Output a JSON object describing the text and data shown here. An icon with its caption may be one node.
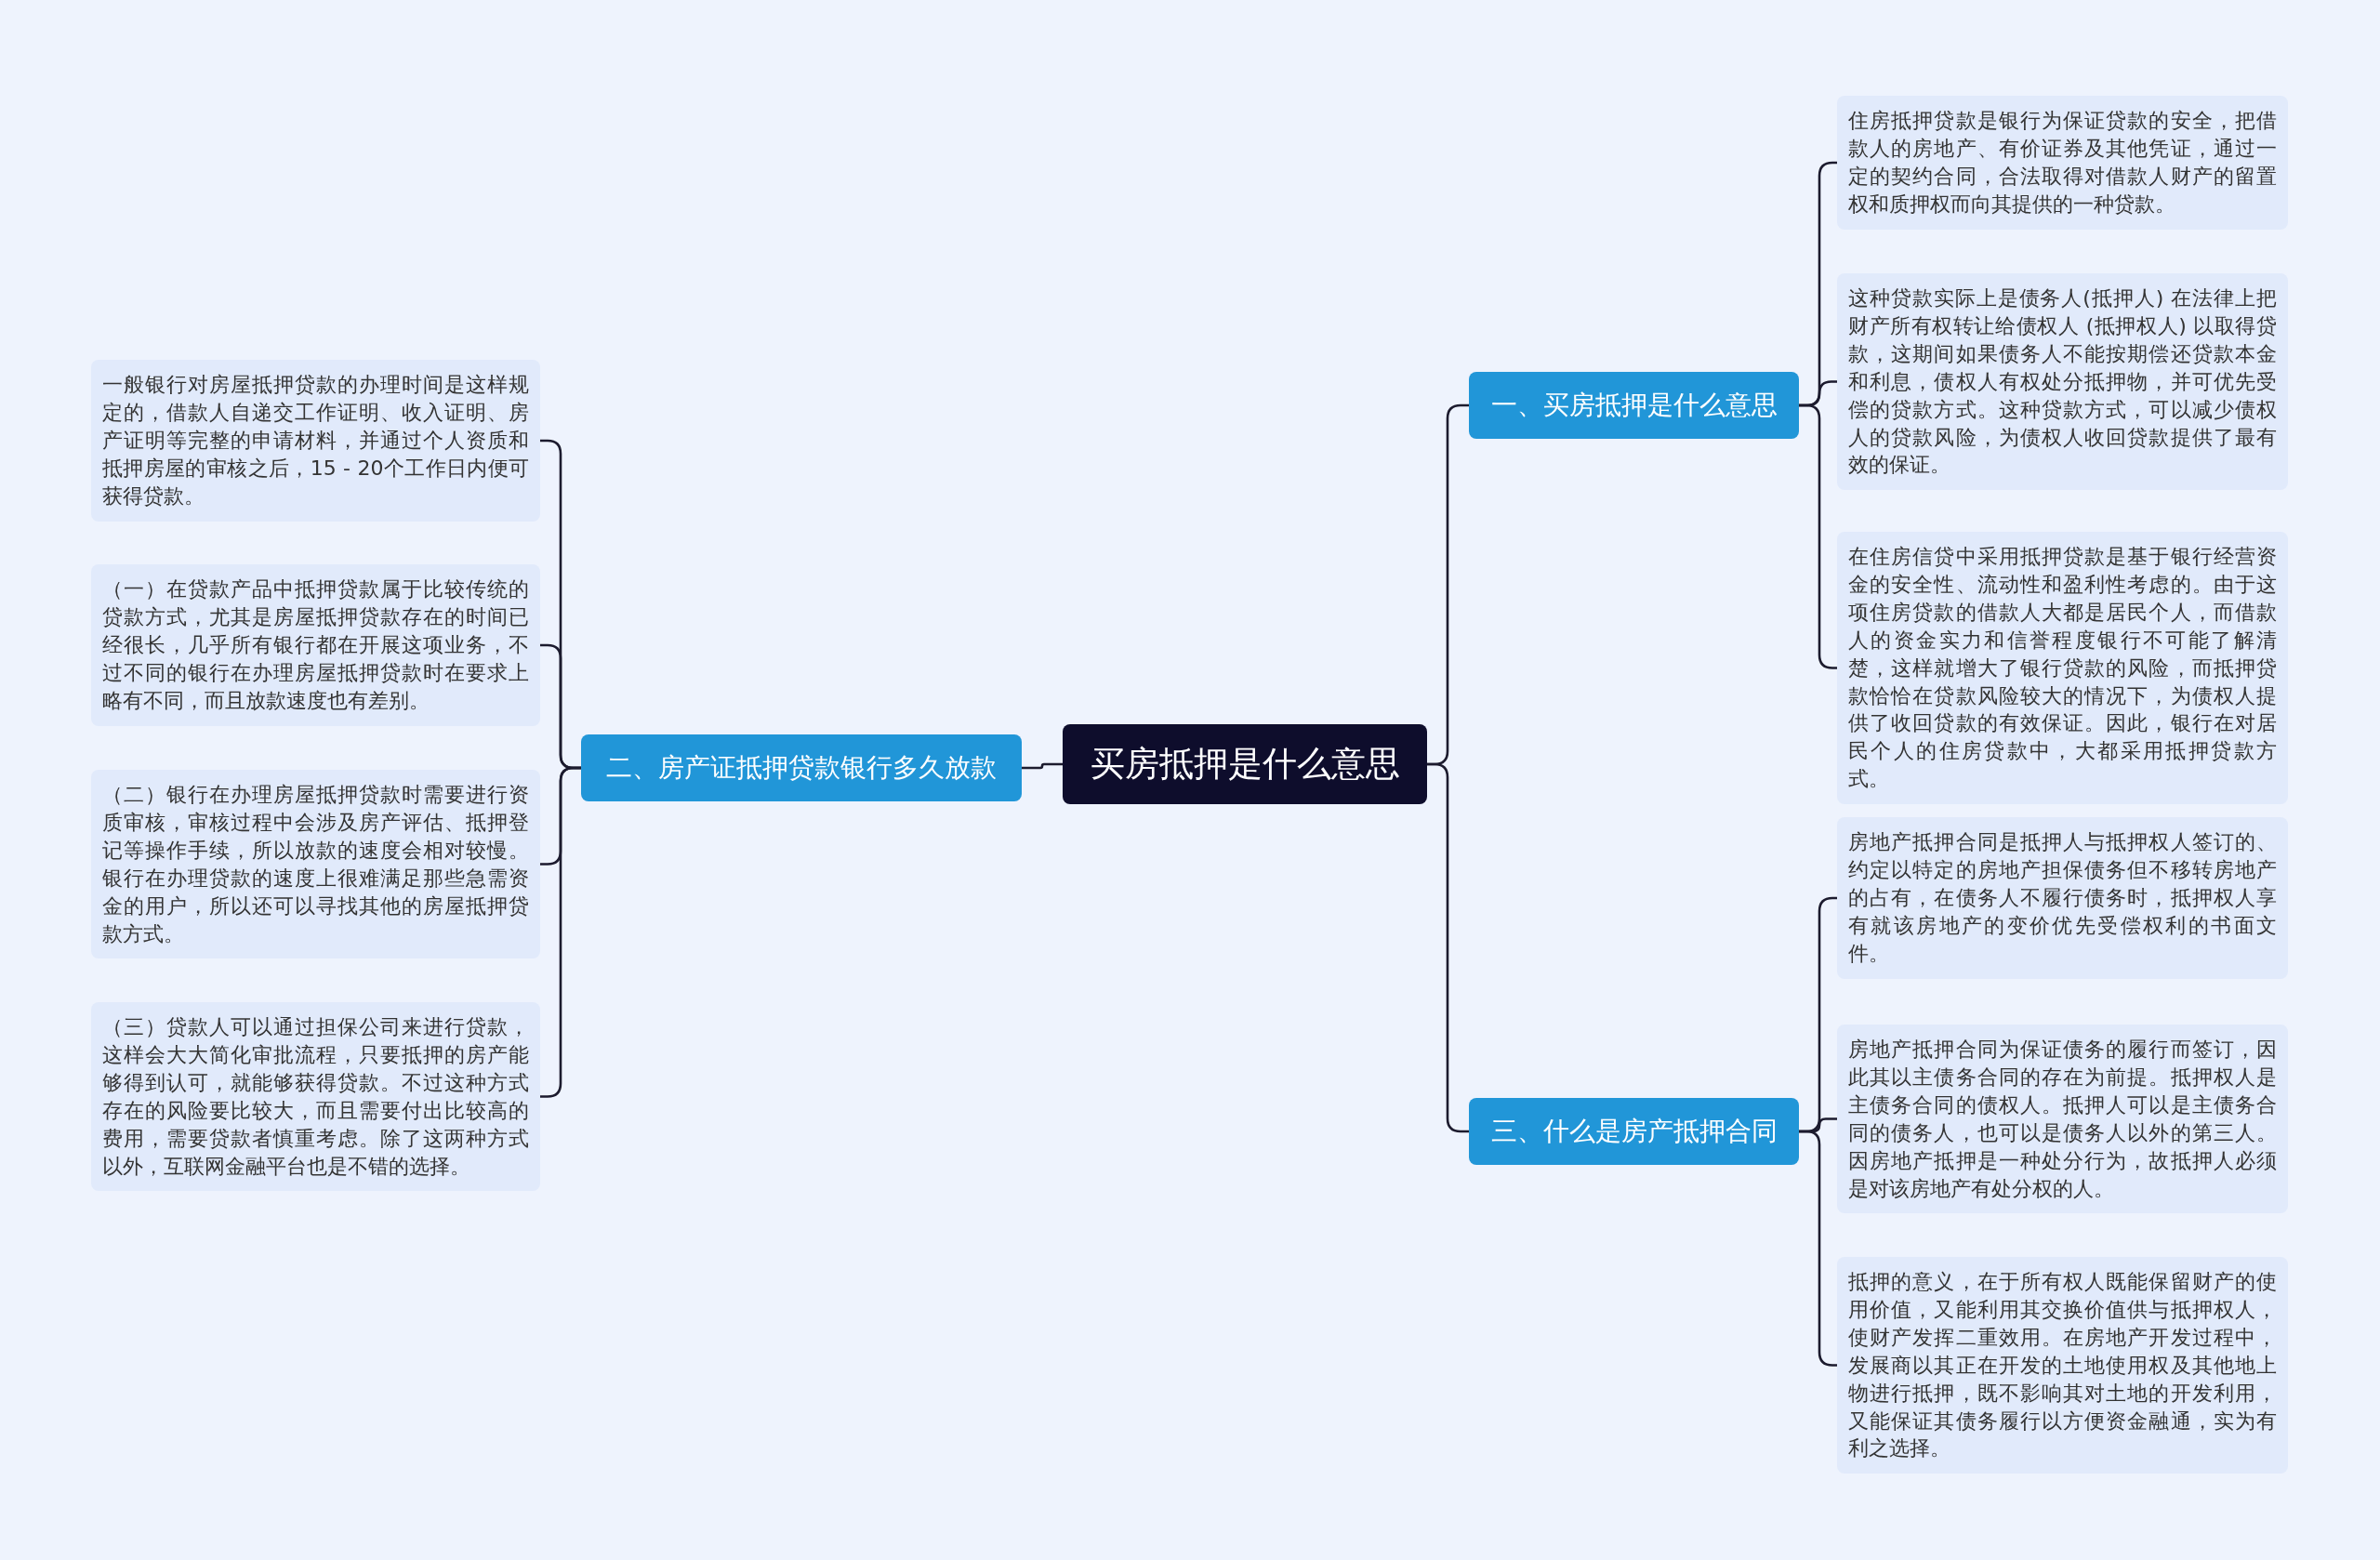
{
  "diagram": {
    "nodes": [
      {
        "text": [
          "买房抵押是什么意思"
        ]
      },
      {
        "text": [
          "一、买房抵押是什么意思"
        ]
      },
      {
        "text": [
          "住房抵押贷款是银行为保证贷款的安全，把借款人的房地产、有价证券及其他凭证，通过一定的契约合同，合法取得对借款人财产的留置权和质押权而向其提供的一种贷款。"
        ]
      },
      {
        "text": [
          "这种贷款实际上是债务人(抵押人) 在法律上把财产所有权转让给债权人 (抵押权人) 以取得贷款，这期间如果债务人不能按期偿还贷款本金和利息，债权人有权处分抵押物，并可优先受偿的贷款方式。这种贷款方式，可以减少债权人的贷款风险，为债权人收回贷款提供了最有效的保证。"
        ]
      },
      {
        "text": [
          "在住房信贷中采用抵押贷款是基于银行经营资金的安全性、流动性和盈利性考虑的。由于这项住房贷款的借款人大都是居民个人，而借款人的资金实力和信誉程度银行不可能了解清楚，这样就增大了银行贷款的风险，而抵押贷款恰恰在贷款风险较大的情况下，为债权人提供了收回贷款的有效保证。因此，银行在对居民个人的住房贷款中，大都采用抵押贷款方式。"
        ]
      },
      {
        "text": [
          "二、房产证抵押贷款银行多久放款"
        ]
      },
      {
        "text": [
          "一般银行对房屋抵押贷款的办理时间是这样规定的，借款人自递交工作证明、收入证明、房产证明等完整的申请材料，并通过个人资质和抵押房屋的审核之后，15 - 20个工作日内便可获得贷款。"
        ]
      },
      {
        "text": [
          "（一）在贷款产品中抵押贷款属于比较传统的贷款方式，尤其是房屋抵押贷款存在的时间已经很长，几乎所有银行都在开展这项业务，不过不同的银行在办理房屋抵押贷款时在要求上略有不同，而且放款速度也有差别。"
        ]
      },
      {
        "text": [
          "（二）银行在办理房屋抵押贷款时需要进行资质审核，审核过程中会涉及房产评估、抵押登记等操作手续，所以放款的速度会相对较慢。银行在办理贷款的速度上很难满足那些急需资金的用户，所以还可以寻找其他的房屋抵押贷款方式。"
        ]
      },
      {
        "text": [
          "（三）贷款人可以通过担保公司来进行贷款，这样会大大简化审批流程，只要抵押的房产能够得到认可，就能够获得贷款。不过这种方式存在的风险要比较大，而且需要付出比较高的费用，需要贷款者慎重考虑。除了这两种方式以外，互联网金融平台也是不错的选择。"
        ]
      },
      {
        "text": [
          "三、什么是房产抵押合同"
        ]
      },
      {
        "text": [
          "房地产抵押合同是抵押人与抵押权人签订的、约定以特定的房地产担保债务但不移转房地产的占有，在债务人不履行债务时，抵押权人享有就该房地产的变价优先受偿权利的书面文件。"
        ]
      },
      {
        "text": [
          "房地产抵押合同为保证债务的履行而签订，因此其以主债务合同的存在为前提。抵押权人是主债务合同的债权人。抵押人可以是主债务合同的债务人，也可以是债务人以外的第三人。因房地产抵押是一种处分行为，故抵押人必须是对该房地产有处分权的人。"
        ]
      },
      {
        "text": [
          "抵押的意义，在于所有权人既能保留财产的使用价值，又能利用其交换价值供与抵押权人，使财产发挥二重效用。在房地产开发过程中，发展商以其正在开发的土地使用权及其他地上物进行抵押，既不影响其对土地的开发利用，又能保证其债务履行以方便资金融通，实为有利之选择。"
        ]
      }
    ],
    "edges": [
      {
        "from": 0,
        "to": 1,
        "arrow": "none"
      },
      {
        "from": 1,
        "to": 2,
        "arrow": "none"
      },
      {
        "from": 1,
        "to": 3,
        "arrow": "none"
      },
      {
        "from": 1,
        "to": 4,
        "arrow": "none"
      },
      {
        "from": 0,
        "to": 5,
        "arrow": "none"
      },
      {
        "from": 5,
        "to": 6,
        "arrow": "none"
      },
      {
        "from": 5,
        "to": 7,
        "arrow": "none"
      },
      {
        "from": 5,
        "to": 8,
        "arrow": "none"
      },
      {
        "from": 5,
        "to": 9,
        "arrow": "none"
      },
      {
        "from": 0,
        "to": 10,
        "arrow": "none"
      },
      {
        "from": 10,
        "to": 11,
        "arrow": "none"
      },
      {
        "from": 10,
        "to": 12,
        "arrow": "none"
      },
      {
        "from": 10,
        "to": 13,
        "arrow": "none"
      }
    ]
  }
}
